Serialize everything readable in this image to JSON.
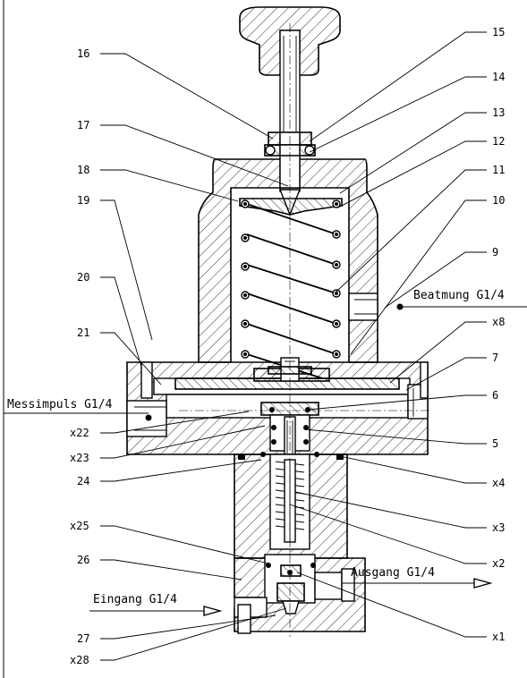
{
  "diagram": {
    "callouts": [
      {
        "id": "c16",
        "text": "16"
      },
      {
        "id": "c17",
        "text": "17"
      },
      {
        "id": "c18",
        "text": "18"
      },
      {
        "id": "c19",
        "text": "19"
      },
      {
        "id": "c20",
        "text": "20"
      },
      {
        "id": "c21",
        "text": "21"
      },
      {
        "id": "c22",
        "text": "x22"
      },
      {
        "id": "c23",
        "text": "x23"
      },
      {
        "id": "c24",
        "text": "24"
      },
      {
        "id": "c25",
        "text": "x25"
      },
      {
        "id": "c26",
        "text": "26"
      },
      {
        "id": "c27",
        "text": "27"
      },
      {
        "id": "c28",
        "text": "x28"
      },
      {
        "id": "c15",
        "text": "15"
      },
      {
        "id": "c14",
        "text": "14"
      },
      {
        "id": "c13",
        "text": "13"
      },
      {
        "id": "c12",
        "text": "12"
      },
      {
        "id": "c11",
        "text": "11"
      },
      {
        "id": "c10",
        "text": "10"
      },
      {
        "id": "c9",
        "text": "9"
      },
      {
        "id": "c8",
        "text": "x8"
      },
      {
        "id": "c7",
        "text": "7"
      },
      {
        "id": "c6",
        "text": "6"
      },
      {
        "id": "c5",
        "text": "5"
      },
      {
        "id": "c4",
        "text": "x4"
      },
      {
        "id": "c3",
        "text": "x3"
      },
      {
        "id": "c2",
        "text": "x2"
      },
      {
        "id": "c1",
        "text": "x1"
      }
    ],
    "ports": {
      "beatmung": "Beatmung G1/4",
      "messimpuls": "Messimpuls G1/4",
      "ausgang": "Ausgang G1/4",
      "eingang": "Eingang G1/4"
    }
  }
}
